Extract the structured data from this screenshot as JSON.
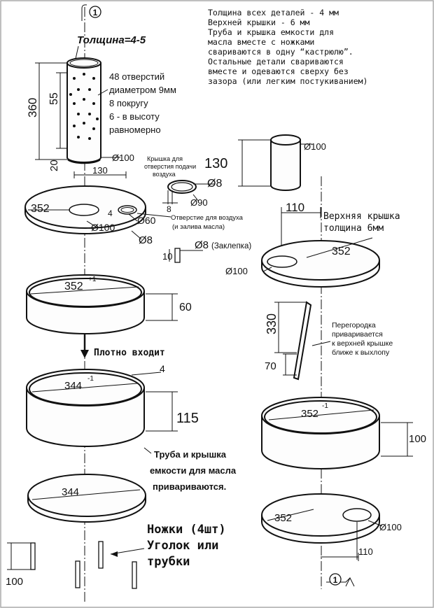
{
  "notes": {
    "header_lines": [
      "Толщина всех деталей - 4 мм",
      "Верхней крышки - 6 мм",
      "Труба и крышка емкости для",
      "масла вместе с ножками",
      "свариваются в одну “кастрюлю”.",
      "Остальные детали свариваются",
      "вместе и одеваются сверху без",
      "зазора (или легким постукиванием)"
    ],
    "pipe_holes_lines": [
      "48 отверстий",
      "диаметром 9мм",
      "8 покругу",
      "6 - в высоту",
      "равномерно"
    ],
    "cap_note_lines": [
      "Крышка для",
      "отверстия подачи",
      "воздуха"
    ],
    "air_hole_lines": [
      "Отверстие для воздуха",
      "(и залива масла)"
    ],
    "rivet": "(Заклепка)",
    "fits_tight": "Плотно входит",
    "welded_lines": [
      "Труба и крышка",
      "емкости для масла",
      "привариваются."
    ],
    "legs_lines": [
      "Ножки (4шт)",
      "Уголок или",
      "трубки"
    ],
    "top_cover_lines": [
      "Верхняя крышка",
      "толщина 6мм"
    ],
    "partition_lines": [
      "Перегородка",
      "приваривается",
      "к верхней крышке",
      "ближе к выхлопу"
    ]
  },
  "section_marker": "1",
  "dims": {
    "thickness": "Толщина=4-5",
    "d360": "360",
    "d55": "55",
    "d20": "20",
    "pipe_d100": "Ø100",
    "d130_a": "130",
    "d130_b": "130",
    "d8_cap": "Ø8",
    "d8_small": "8",
    "d90": "Ø90",
    "d352_disk": "352",
    "d4_disk": "4",
    "d100_disk": "Ø100",
    "d60_disk": "Ø60",
    "d8_disk": "Ø8",
    "d8_rivet": "Ø8",
    "d10_rivet": "10",
    "ring352_main": "352",
    "ring352_sup": "+1",
    "d60_ring": "60",
    "d4_ring": "4",
    "ring344_main": "344",
    "ring344_sup": "-1",
    "d115": "115",
    "d344_disk": "344",
    "d100_leg": "100",
    "d100_pipe_r": "Ø100",
    "d110_top": "110",
    "d352_top": "352",
    "d100_top": "Ø100",
    "d330": "330",
    "d70": "70",
    "ring352r_main": "352",
    "ring352r_sup": "-1",
    "d100_ring_r": "100",
    "d352_bottom_r": "352",
    "d100_bottom_r": "Ø100",
    "d110_bottom": "110"
  }
}
